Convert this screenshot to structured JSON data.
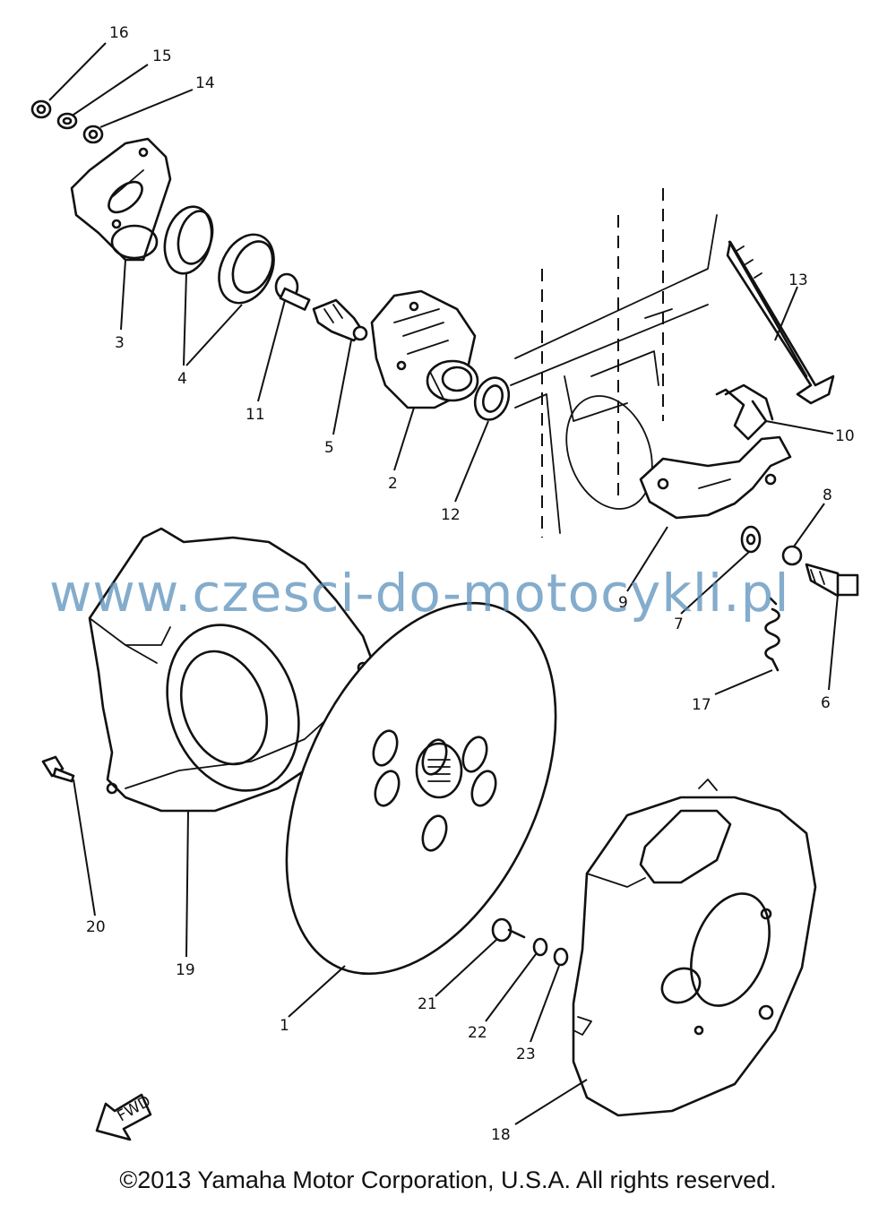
{
  "callouts": [
    "16",
    "15",
    "14",
    "3",
    "4",
    "11",
    "5",
    "2",
    "12",
    "13",
    "10",
    "9",
    "7",
    "8",
    "6",
    "17",
    "19",
    "20",
    "1",
    "21",
    "22",
    "23",
    "18"
  ],
  "fwd_label": "FWD",
  "watermark": "www.czesci-do-motocykli.pl",
  "copyright": "©2013 Yamaha Motor Corporation, U.S.A. All rights reserved."
}
